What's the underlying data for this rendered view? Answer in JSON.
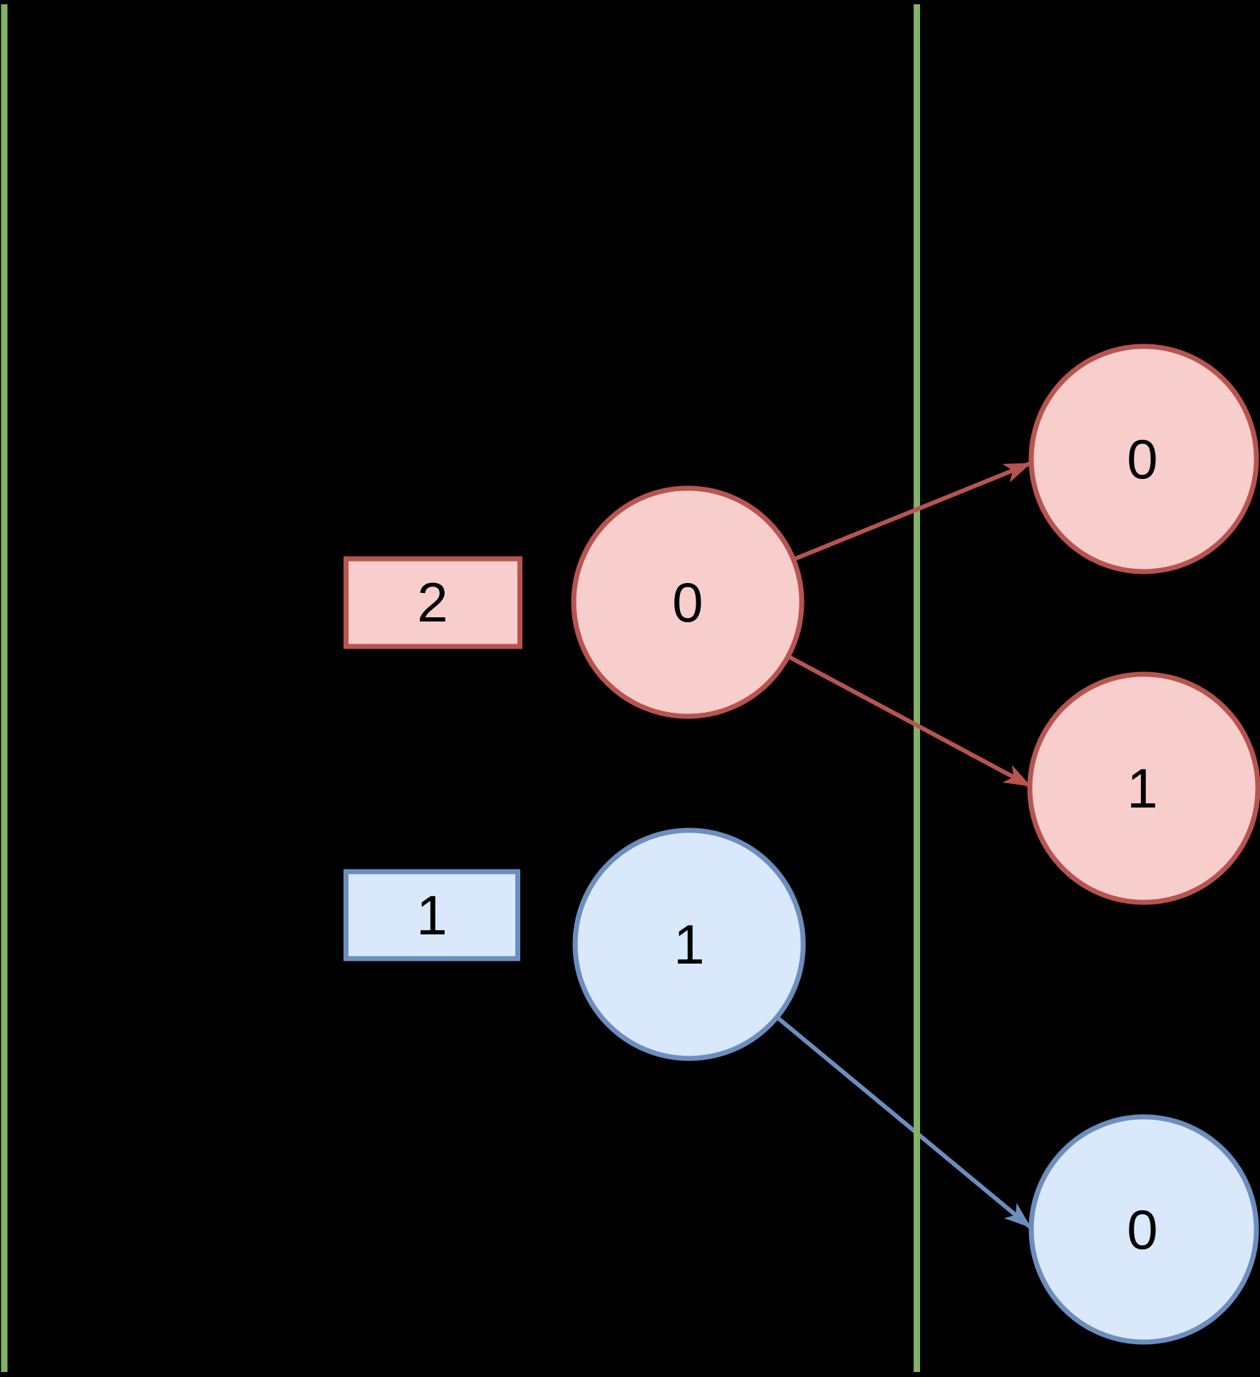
{
  "diagram": {
    "description_colors": {
      "background": "#000000",
      "divider_green": "#82b366",
      "red_fill": "#f8cecc",
      "red_stroke": "#b85450",
      "blue_fill": "#dae8fc",
      "blue_stroke": "#6c8ebf",
      "label_text": "#000000"
    },
    "count_boxes": [
      {
        "id": "red-count-box",
        "label": "2",
        "color_group": "red"
      },
      {
        "id": "blue-count-box",
        "label": "1",
        "color_group": "blue"
      }
    ],
    "source_nodes": [
      {
        "id": "red-source-node",
        "label": "0",
        "color_group": "red"
      },
      {
        "id": "blue-source-node",
        "label": "1",
        "color_group": "blue"
      }
    ],
    "target_nodes": [
      {
        "id": "red-target-node-top",
        "label": "0",
        "color_group": "red"
      },
      {
        "id": "red-target-node-bottom",
        "label": "1",
        "color_group": "red"
      },
      {
        "id": "blue-target-node",
        "label": "0",
        "color_group": "blue"
      }
    ],
    "edges": [
      {
        "id": "red-edge-top",
        "from": "red-source-node",
        "to": "red-target-node-top"
      },
      {
        "id": "red-edge-bottom",
        "from": "red-source-node",
        "to": "red-target-node-bottom"
      },
      {
        "id": "blue-edge",
        "from": "blue-source-node",
        "to": "blue-target-node"
      }
    ]
  }
}
